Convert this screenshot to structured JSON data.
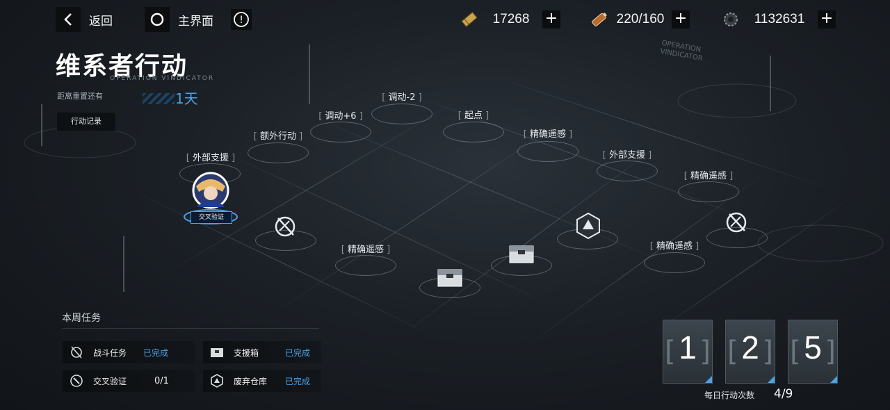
{
  "topbar": {
    "back_label": "返回",
    "home_label": "主界面",
    "info_symbol": "!"
  },
  "resources": [
    {
      "icon": "gold-ticket-icon",
      "value": "17268"
    },
    {
      "icon": "battery-icon",
      "value": "220/160"
    },
    {
      "icon": "gear-coin-icon",
      "value": "1132631"
    }
  ],
  "event": {
    "title": "维系者行动",
    "subtitle": "OPERATION VINDICATOR",
    "reset_label": "距离重置还有",
    "reset_value": "1天",
    "log_button": "行动记录"
  },
  "map": {
    "nodes": [
      {
        "label": "外部支援"
      },
      {
        "label": "额外行动"
      },
      {
        "label": "调动+6"
      },
      {
        "label": "调动-2"
      },
      {
        "label": "起点"
      },
      {
        "label": "精确遥感"
      },
      {
        "label": "外部支援"
      },
      {
        "label": "精确遥感"
      },
      {
        "label": "精确遥感"
      },
      {
        "label": "精确遥感"
      }
    ],
    "player_tag": "交叉验证",
    "watermark_line1": "OPERATION",
    "watermark_line2": "VINDICATOR"
  },
  "weekly": {
    "title": "本周任务",
    "tasks": [
      {
        "icon": "combat-icon",
        "name": "战斗任务",
        "status": "已完成"
      },
      {
        "icon": "supply-box-icon",
        "name": "支援箱",
        "status": "已完成"
      },
      {
        "icon": "cross-verify-icon",
        "name": "交叉验证",
        "status": "0/1"
      },
      {
        "icon": "warehouse-icon",
        "name": "废弃仓库",
        "status": "已完成"
      }
    ]
  },
  "counter": {
    "digits": [
      "1",
      "2",
      "5"
    ],
    "daily_label": "每日行动次数",
    "daily_value": "4/9"
  },
  "colors": {
    "accent": "#4aa3e8",
    "background": "#1b2026"
  }
}
